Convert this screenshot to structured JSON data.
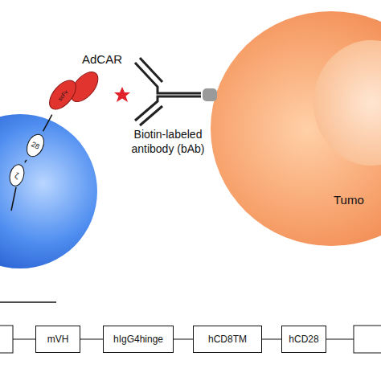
{
  "diagram": {
    "nodes": [
      {
        "text": [
          "Tumo"
        ]
      },
      {
        "text": [
          "scFv"
        ]
      },
      {
        "text": [
          "28"
        ]
      },
      {
        "text": [
          "ζ"
        ]
      },
      {
        "text": [
          "mVH"
        ]
      },
      {
        "text": [
          "hIgG4hinge"
        ]
      },
      {
        "text": [
          "hCD8TM"
        ]
      },
      {
        "text": [
          "hCD28"
        ]
      }
    ],
    "edges": [
      {
        "from": 1,
        "to": 2,
        "arrow": "none"
      },
      {
        "from": 2,
        "to": 3,
        "arrow": "none"
      },
      {
        "from": 4,
        "to": 5,
        "arrow": "none"
      },
      {
        "from": 5,
        "to": 6,
        "arrow": "none"
      },
      {
        "from": 6,
        "to": 7,
        "arrow": "none"
      }
    ],
    "labels": [
      "AdCAR",
      "Biotin-labeled antibody (bAb)"
    ]
  }
}
